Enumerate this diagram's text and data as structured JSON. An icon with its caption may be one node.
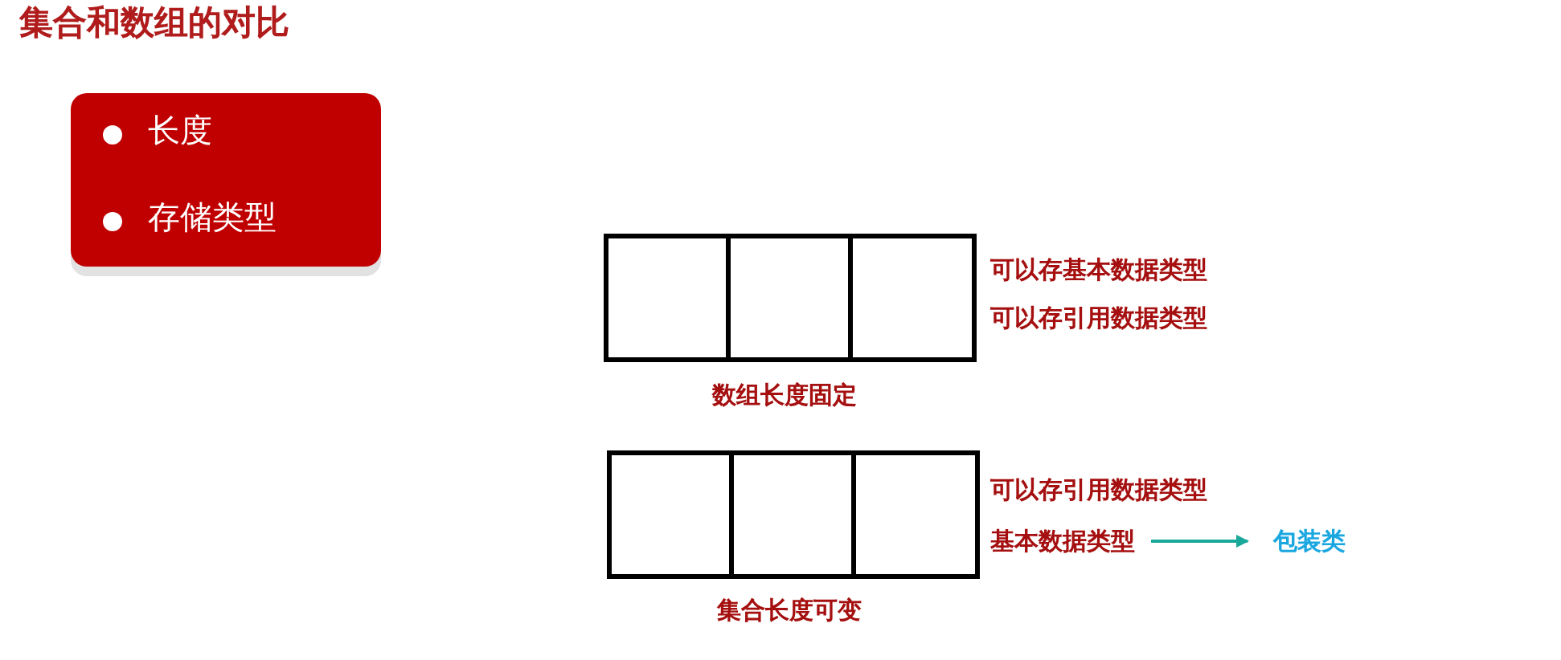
{
  "diagram": {
    "title": "集合和数组的对比",
    "nodes": [
      {
        "text": [
          "长度",
          "存储类型"
        ]
      },
      {
        "text": [
          "基本数据类型"
        ]
      },
      {
        "text": [
          "包装类"
        ]
      }
    ],
    "edges": [
      {
        "from": 1,
        "to": 2,
        "arrow": "to"
      }
    ],
    "labels": [
      "可以存基本数据类型",
      "可以存引用数据类型",
      "数组长度固定",
      "可以存引用数据类型",
      "集合长度可变"
    ]
  }
}
